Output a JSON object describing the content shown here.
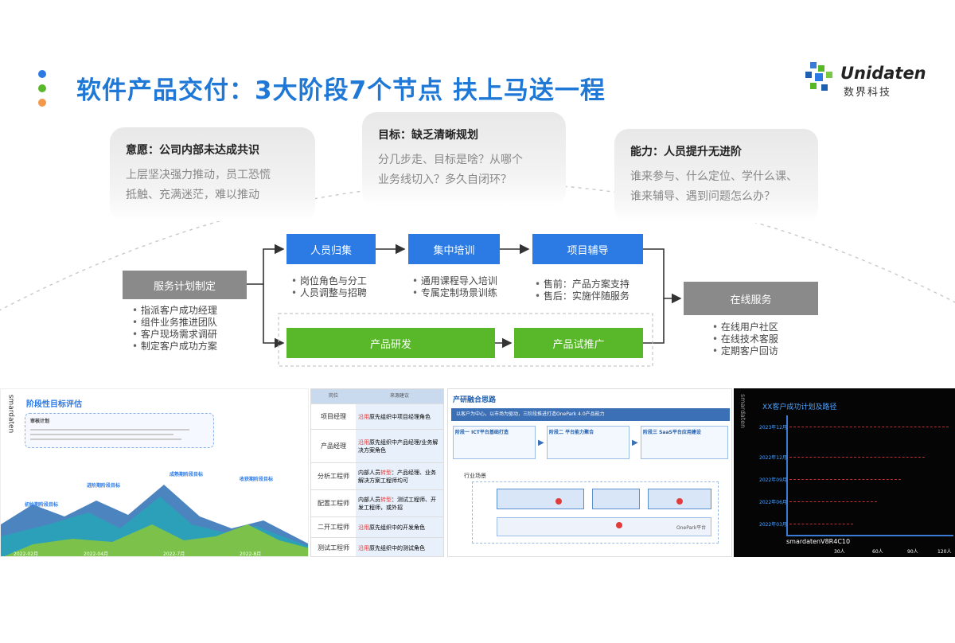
{
  "slide": {
    "title": "软件产品交付：3大阶段7个节点   扶上马送一程",
    "logo": {
      "name": "Unidaten",
      "subtitle": "数界科技"
    }
  },
  "pain_cards": [
    {
      "heading": "意愿：公司内部未达成共识",
      "lines": [
        "上层坚决强力推动，员工恐慌",
        "抵触、充满迷茫，难以推动"
      ]
    },
    {
      "heading": "目标：缺乏清晰规划",
      "lines": [
        "分几步走、目标是啥？从哪个",
        "业务线切入？多久自闭环？"
      ]
    },
    {
      "heading": "能力：人员提升无进阶",
      "lines": [
        "谁来参与、什么定位、学什么课、",
        "谁来辅导、遇到问题怎么办？"
      ]
    }
  ],
  "flow": {
    "start": {
      "label": "服务计划制定",
      "bullets": [
        "指派客户成功经理",
        "组件业务推进团队",
        "客户现场需求调研",
        "制定客户成功方案"
      ]
    },
    "recruit": {
      "label": "人员归集",
      "bullets": [
        "岗位角色与分工",
        "人员调整与招聘"
      ]
    },
    "training": {
      "label": "集中培训",
      "bullets": [
        "通用课程导入培训",
        "专属定制场景训练"
      ]
    },
    "coaching": {
      "label": "项目辅导",
      "bullets": [
        "售前：产品方案支持",
        "售后：实施伴随服务"
      ]
    },
    "rd": {
      "label": "产品研发"
    },
    "trial": {
      "label": "产品试推广"
    },
    "online": {
      "label": "在线服务",
      "bullets": [
        "在线用户社区",
        "在线技术客服",
        "定期客户回访"
      ]
    }
  },
  "thumbnails": {
    "t1": {
      "vertical_logo": "smardaten",
      "title": "阶段性目标评估",
      "plan_label": "审核计划",
      "stages": [
        "初始期阶段目标",
        "进阶期阶段目标",
        "成熟期阶段目标",
        "收获期阶段目标"
      ],
      "dates": [
        "2022-02月",
        "2022-04月",
        "2022-7月",
        "2022-8月"
      ]
    },
    "t2": {
      "headers": [
        "岗位",
        "来源建议"
      ],
      "rows": [
        {
          "role": "项目经理",
          "pre": "",
          "hl": "沿用",
          "post": "原先组织中项目经理角色"
        },
        {
          "role": "产品经理",
          "pre": "",
          "hl": "沿用",
          "post": "原先组织中产品经理/业务解决方案角色"
        },
        {
          "role": "分析工程师",
          "pre": "内部人员",
          "hl": "转型",
          "post": "：产品经理、业务解决方案工程师均可"
        },
        {
          "role": "配置工程师",
          "pre": "内部人员",
          "hl": "转型",
          "post": "：测试工程师、开发工程师，或外招"
        },
        {
          "role": "二开工程师",
          "pre": "",
          "hl": "沿用",
          "post": "原先组织中的开发角色"
        },
        {
          "role": "测试工程师",
          "pre": "",
          "hl": "沿用",
          "post": "原先组织中的测试角色"
        }
      ]
    },
    "t3": {
      "title": "产研融合思路",
      "banner": "以客户为中心，以市场为驱动，三阶段推进打造OnePark 4.0产品能力",
      "phases": [
        "阶段一 ICT平台基础打造",
        "阶段二 平台能力聚合",
        "阶段三 SaaS平台应用建设"
      ],
      "row_label": "行业场景",
      "brand": "OnePark平台"
    },
    "t4": {
      "title": "XX客户成功计划及路径",
      "vertical_logo": "smardaten",
      "years": [
        "2023年12月",
        "2022年12月",
        "2022年09月",
        "2022年06月",
        "2022年03月"
      ],
      "x_ticks": [
        "30人",
        "60人",
        "90人",
        "120人"
      ],
      "version": "smardatenV8R4C10"
    }
  },
  "colors": {
    "title_blue": "#1f78d6",
    "box_blue": "#2c7be5",
    "box_grey": "#8a8a8a",
    "box_green": "#58b82a",
    "dot_blue": "#2c7be5",
    "dot_green": "#58b82a",
    "dot_orange": "#f2994a"
  }
}
